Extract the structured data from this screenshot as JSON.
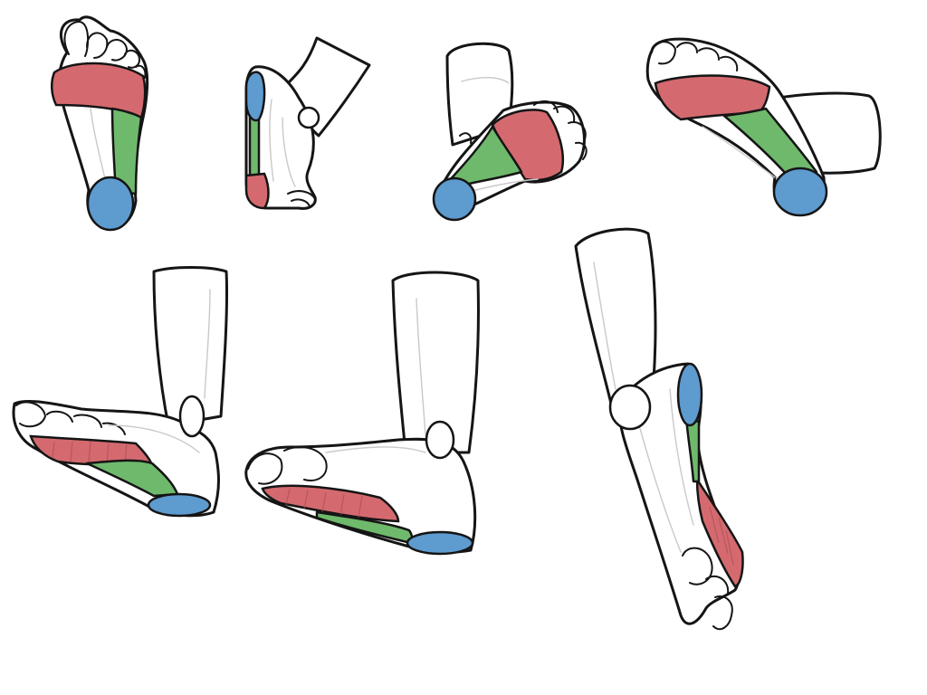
{
  "palette": {
    "background": "#ffffff",
    "line": "#151515",
    "ball_of_foot": "#d46a6f",
    "arch": "#6fb96c",
    "heel": "#5e9bcf",
    "ankle_bone": "#ffffff"
  },
  "figures": [
    {
      "view": "sole-front"
    },
    {
      "view": "rear-three-quarter"
    },
    {
      "view": "sole-angled-tilted"
    },
    {
      "view": "sole-side-diagonal"
    },
    {
      "view": "side-outer"
    },
    {
      "view": "side-inner"
    },
    {
      "view": "pointed-toe"
    }
  ]
}
